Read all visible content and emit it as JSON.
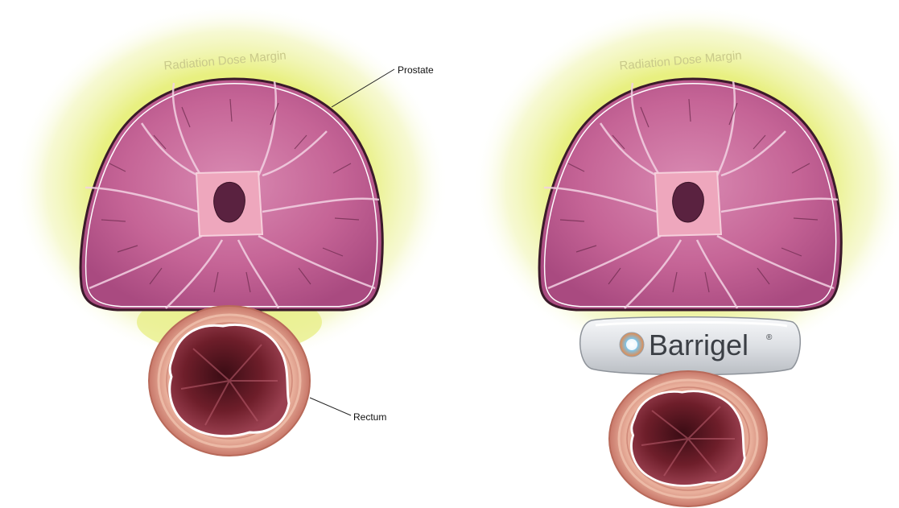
{
  "panels": [
    {
      "margin_label": "Radiation Dose Margin",
      "prostate_label": "Prostate",
      "rectum_label": "Rectum"
    },
    {
      "margin_label": "Radiation Dose Margin",
      "spacer_brand": "Barrigel",
      "spacer_mark": "®"
    }
  ],
  "colors": {
    "dose_margin": "#e7ef7a",
    "prostate": "#c8689a",
    "prostate_dark": "#9c3f72",
    "urethra": "#e8a0b4",
    "rectum_wall": "#e3a48c",
    "rectum_lumen": "#5a1620",
    "spacer": "#dcdfe3"
  }
}
